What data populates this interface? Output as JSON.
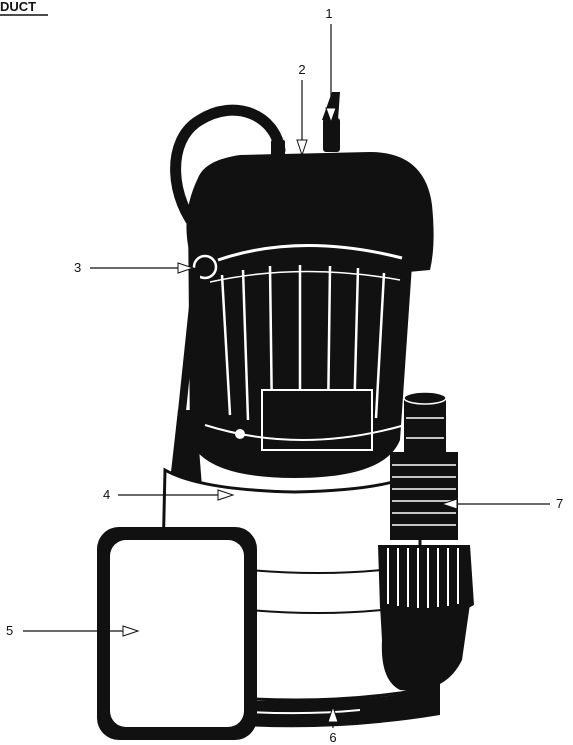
{
  "heading": "DUCT",
  "callouts": [
    {
      "number": "1"
    },
    {
      "number": "2"
    },
    {
      "number": "3"
    },
    {
      "number": "4"
    },
    {
      "number": "5"
    },
    {
      "number": "6"
    },
    {
      "number": "7"
    }
  ],
  "colors": {
    "ink": "#111111",
    "paper": "#ffffff",
    "body": "#ececec"
  }
}
